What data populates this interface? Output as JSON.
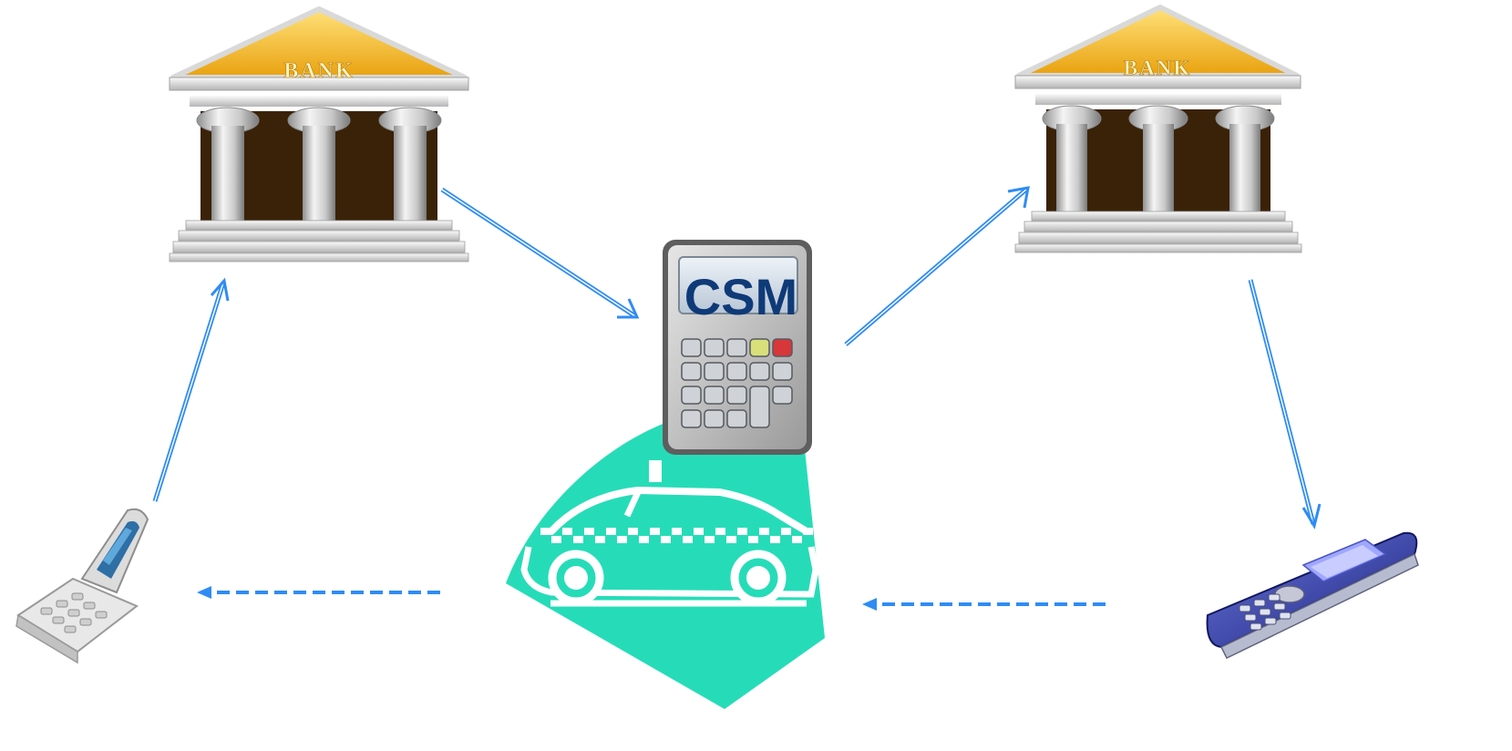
{
  "left_bank": {
    "label": "BANK"
  },
  "right_bank": {
    "label": "BANK"
  },
  "csm": {
    "label": "CSM"
  },
  "icons": {
    "left_bank": "bank-building-icon",
    "right_bank": "bank-building-icon",
    "csm": "calculator-icon",
    "taxi": "taxi-car-icon",
    "left_phone": "flip-phone-icon",
    "right_phone": "mobile-phone-icon"
  },
  "colors": {
    "arrow": "#2f8cf5",
    "taxi_background": "#26dcb8",
    "roof_gold": "#f5b818",
    "csm_text": "#0f3a78"
  }
}
